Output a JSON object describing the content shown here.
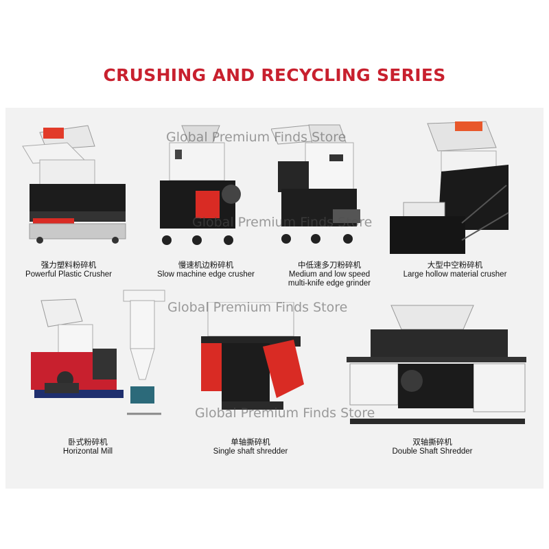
{
  "title": "CRUSHING AND RECYCLING SERIES",
  "watermark": "Global Premium Finds Store",
  "products": [
    {
      "zh": "强力塑料粉碎机",
      "en": "Powerful Plastic Crusher"
    },
    {
      "zh": "慢速机边粉碎机",
      "en": "Slow machine edge crusher"
    },
    {
      "zh": "中低速多刀粉碎机",
      "en": "Medium and low speed",
      "en2": "multi-knife edge grinder"
    },
    {
      "zh": "大型中空粉碎机",
      "en": "Large hollow material crusher"
    },
    {
      "zh": "卧式粉碎机",
      "en": "Horizontal Mill"
    },
    {
      "zh": "单轴撕碎机",
      "en": "Single shaft shredder"
    },
    {
      "zh": "双轴撕碎机",
      "en": "Double Shaft Shredder"
    }
  ]
}
